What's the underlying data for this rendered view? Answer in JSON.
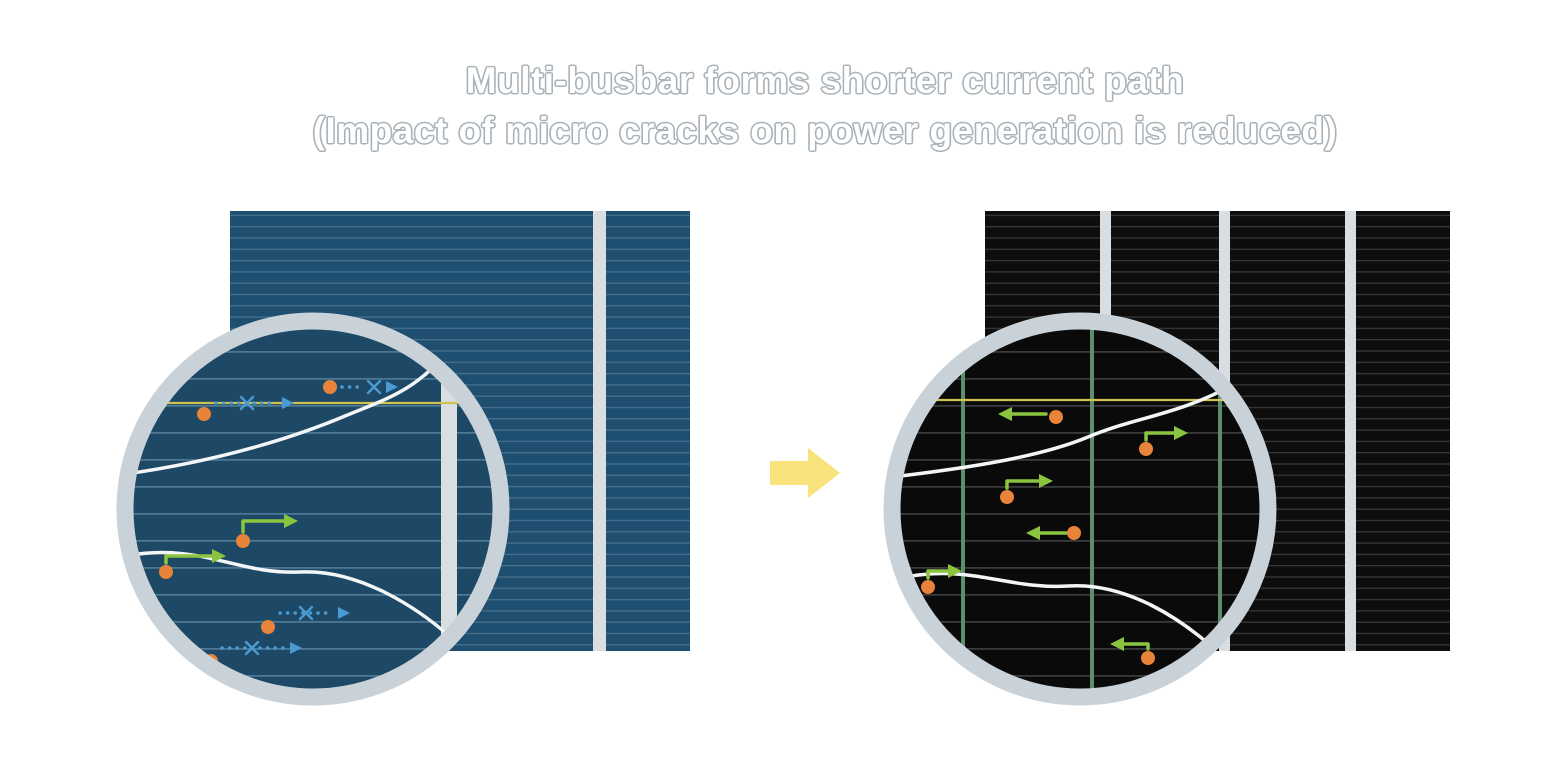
{
  "title": {
    "line1": "Multi-busbar forms shorter current path",
    "line2": "(Impact of micro cracks on power generation is reduced)"
  },
  "left_cell": {
    "busbar_count": 1
  },
  "right_cell": {
    "busbar_count": 3
  },
  "colors": {
    "title_text": "#ffffff",
    "title_outline": "#a9b2b8",
    "cell_blue": "#1e4e70",
    "cell_blue_line": "#46708c",
    "cell_black": "#0d0d0d",
    "cell_black_line": "#3a3a3a",
    "mag_blue": "#1d4866",
    "mag_blue_line": "#527d99",
    "mag_black": "#0a0a0a",
    "mag_black_line": "#3f3f3f",
    "busbar_silver": "#d9dee3",
    "ring_gray": "#c9d2d8",
    "crack_white": "#f3f5f6",
    "yellow_line": "#cfc24e",
    "electron_orange": "#e8833a",
    "path_green": "#8bc53f",
    "path_blue": "#4a9bd4",
    "mbb_green": "#5f8e6e",
    "arrow_yellow": "#f8e27c"
  }
}
